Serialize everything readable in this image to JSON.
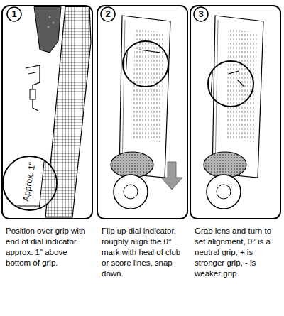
{
  "diagram": {
    "labels": [
      "1",
      "Approx. 1\"",
      "2",
      "3",
      "Position over grip with end of dial indicator approx. 1\" above bottom of grip.",
      "Flip up dial indicator, roughly align the 0° mark with heal of club or score lines, snap down.",
      "Grab lens and turn to set alignment, 0° is a neutral grip, + is stronger grip, - is weaker grip."
    ]
  }
}
